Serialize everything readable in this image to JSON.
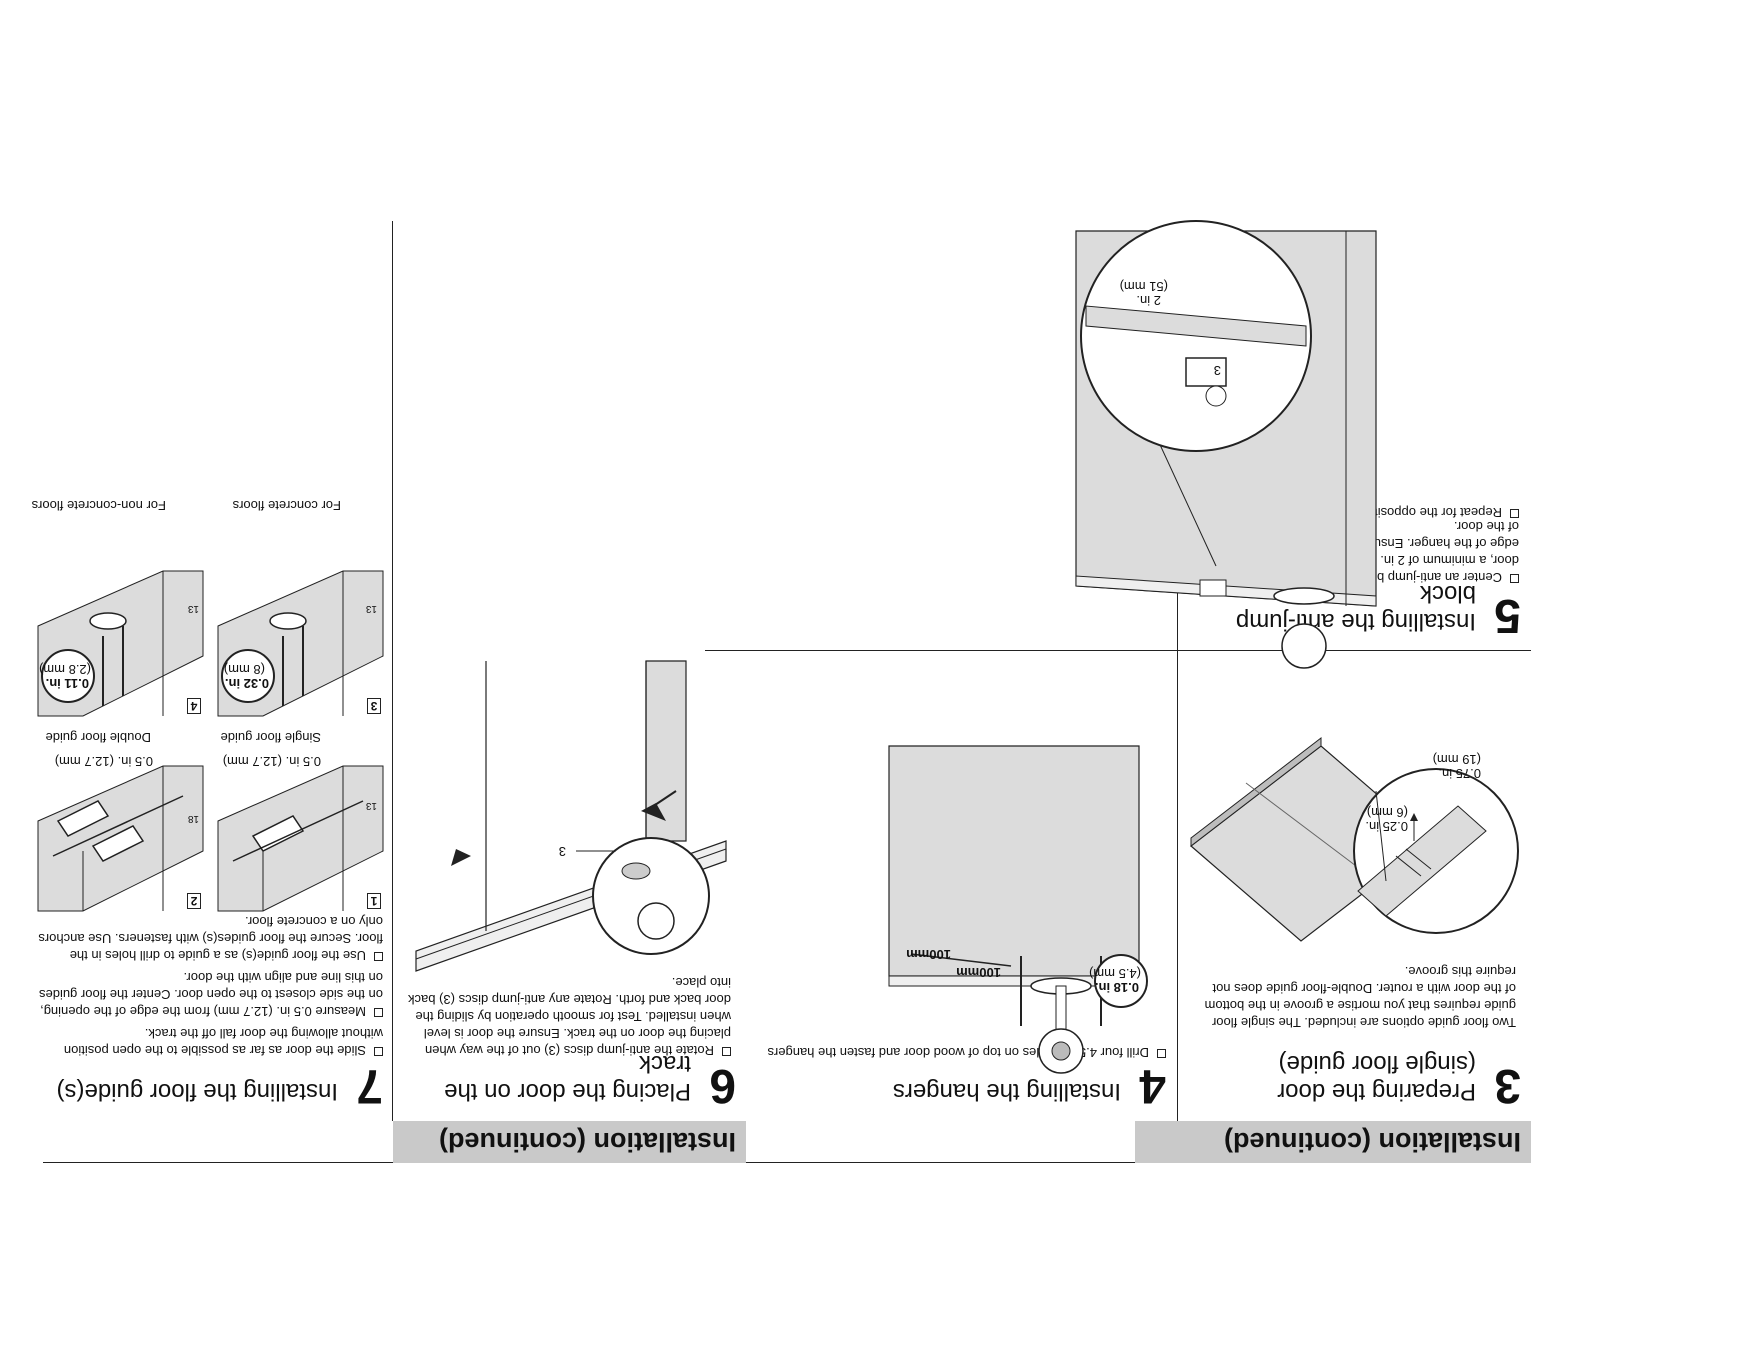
{
  "left_page": {
    "banner": "Installation (continued)",
    "step3": {
      "number": "3",
      "title": "Preparing the door (single floor guide)",
      "body": "Two floor guide options are included. The single floor guide requires that you mortise a groove in the bottom of the door with a router. Double-floor guide does not require this groove.",
      "callout_depth": [
        "0.25 in.",
        "(6 mm)"
      ],
      "callout_width": [
        "0.75 in.",
        "(19 mm)"
      ]
    },
    "step4": {
      "number": "4",
      "title": "Installing the hangers",
      "bullet": "Drill four 4.5mm holes on top of wood door and fasten the hangers",
      "callout_hole": [
        "0.18 in.",
        "(4.5 mm)"
      ],
      "spacing_a": "100mm",
      "spacing_b": "100mm"
    },
    "step5": {
      "number": "5",
      "title": "Installing the anti-jump block",
      "bullets": [
        "Center an anti-jump block (3) on the top edge of the door, a minimum of 2 in. (51 mm) away from the inside edge of the hanger. Ensure the hole is closest to the front of the door.",
        "Repeat for the opposite end of the door."
      ],
      "callout_offset": [
        "2 in.",
        "(51 mm)"
      ],
      "part_ref": "3"
    }
  },
  "right_page": {
    "banner": "Installation (continued)",
    "step6": {
      "number": "6",
      "title": "Placing the door on the track",
      "bullet": "Rotate the anti-jump discs (3) out of the way when placing the door on the track. Ensure the door is level when installed. Test for smooth operation by sliding the door back and forth. Rotate any anti-jump discs (3) back into place.",
      "part_ref": "3"
    },
    "step7": {
      "number": "7",
      "title": "Installing the floor guide(s)",
      "bullets": [
        "Slide the door as far as possible to the open position without allowing the door fall off the track.",
        "Measure 0.5 in. (12.7 mm) from the edge of the opening, on the side closest to the open door. Center the floor guides on this line and align with the door.",
        "Use the floor guide(s) as a guide to drill holes in the floor. Secure the floor guides(s) with fasteners. Use anchors only on a concrete floor."
      ],
      "panels": [
        {
          "num": "1",
          "caption": "Single floor guide",
          "measure": "0.5 in. (12.7 mm)",
          "part": "13"
        },
        {
          "num": "2",
          "caption": "Double floor guide",
          "measure": "0.5 in. (12.7 mm)",
          "part": "18"
        },
        {
          "num": "3",
          "caption": "For concrete floors",
          "measure": [
            "0.32 in.",
            "(8 mm)"
          ],
          "part": "13"
        },
        {
          "num": "4",
          "caption": "For non-concrete floors",
          "measure": [
            "0.11 in.",
            "(2.8 mm)"
          ],
          "part": "13"
        }
      ]
    }
  },
  "colors": {
    "banner": "#c9c9c9",
    "panel_fill": "#dcdcdc",
    "ink": "#111111"
  }
}
